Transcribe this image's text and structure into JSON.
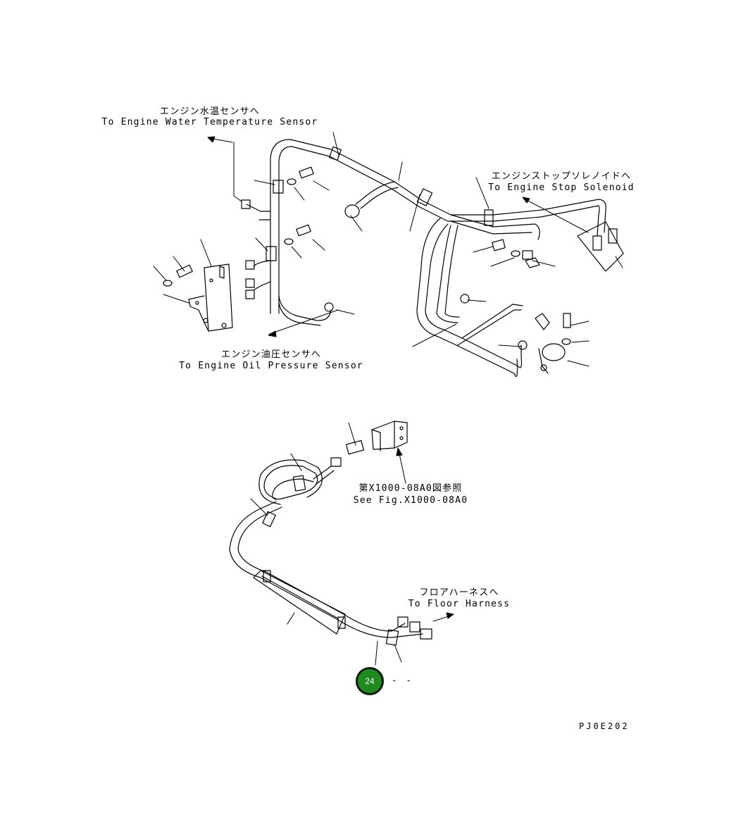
{
  "labels": {
    "water_temp_jp": "エンジン水温センサへ",
    "water_temp_en": "To Engine Water Temperature Sensor",
    "stop_solenoid_jp": "エンジンストップソレノイドへ",
    "stop_solenoid_en": "To Engine Stop Solenoid",
    "oil_pressure_jp": "エンジン油圧センサへ",
    "oil_pressure_en": "To Engine Oil Pressure Sensor",
    "see_fig_jp": "第X1000-08A0図参照",
    "see_fig_en": "See Fig.X1000-08A0",
    "floor_harness_jp": "フロアハーネスへ",
    "floor_harness_en": "To Floor Harness"
  },
  "callout": {
    "number": "24",
    "color": "#1f8a1f",
    "suffix": "- -"
  },
  "drawing_code": "PJ0E202"
}
